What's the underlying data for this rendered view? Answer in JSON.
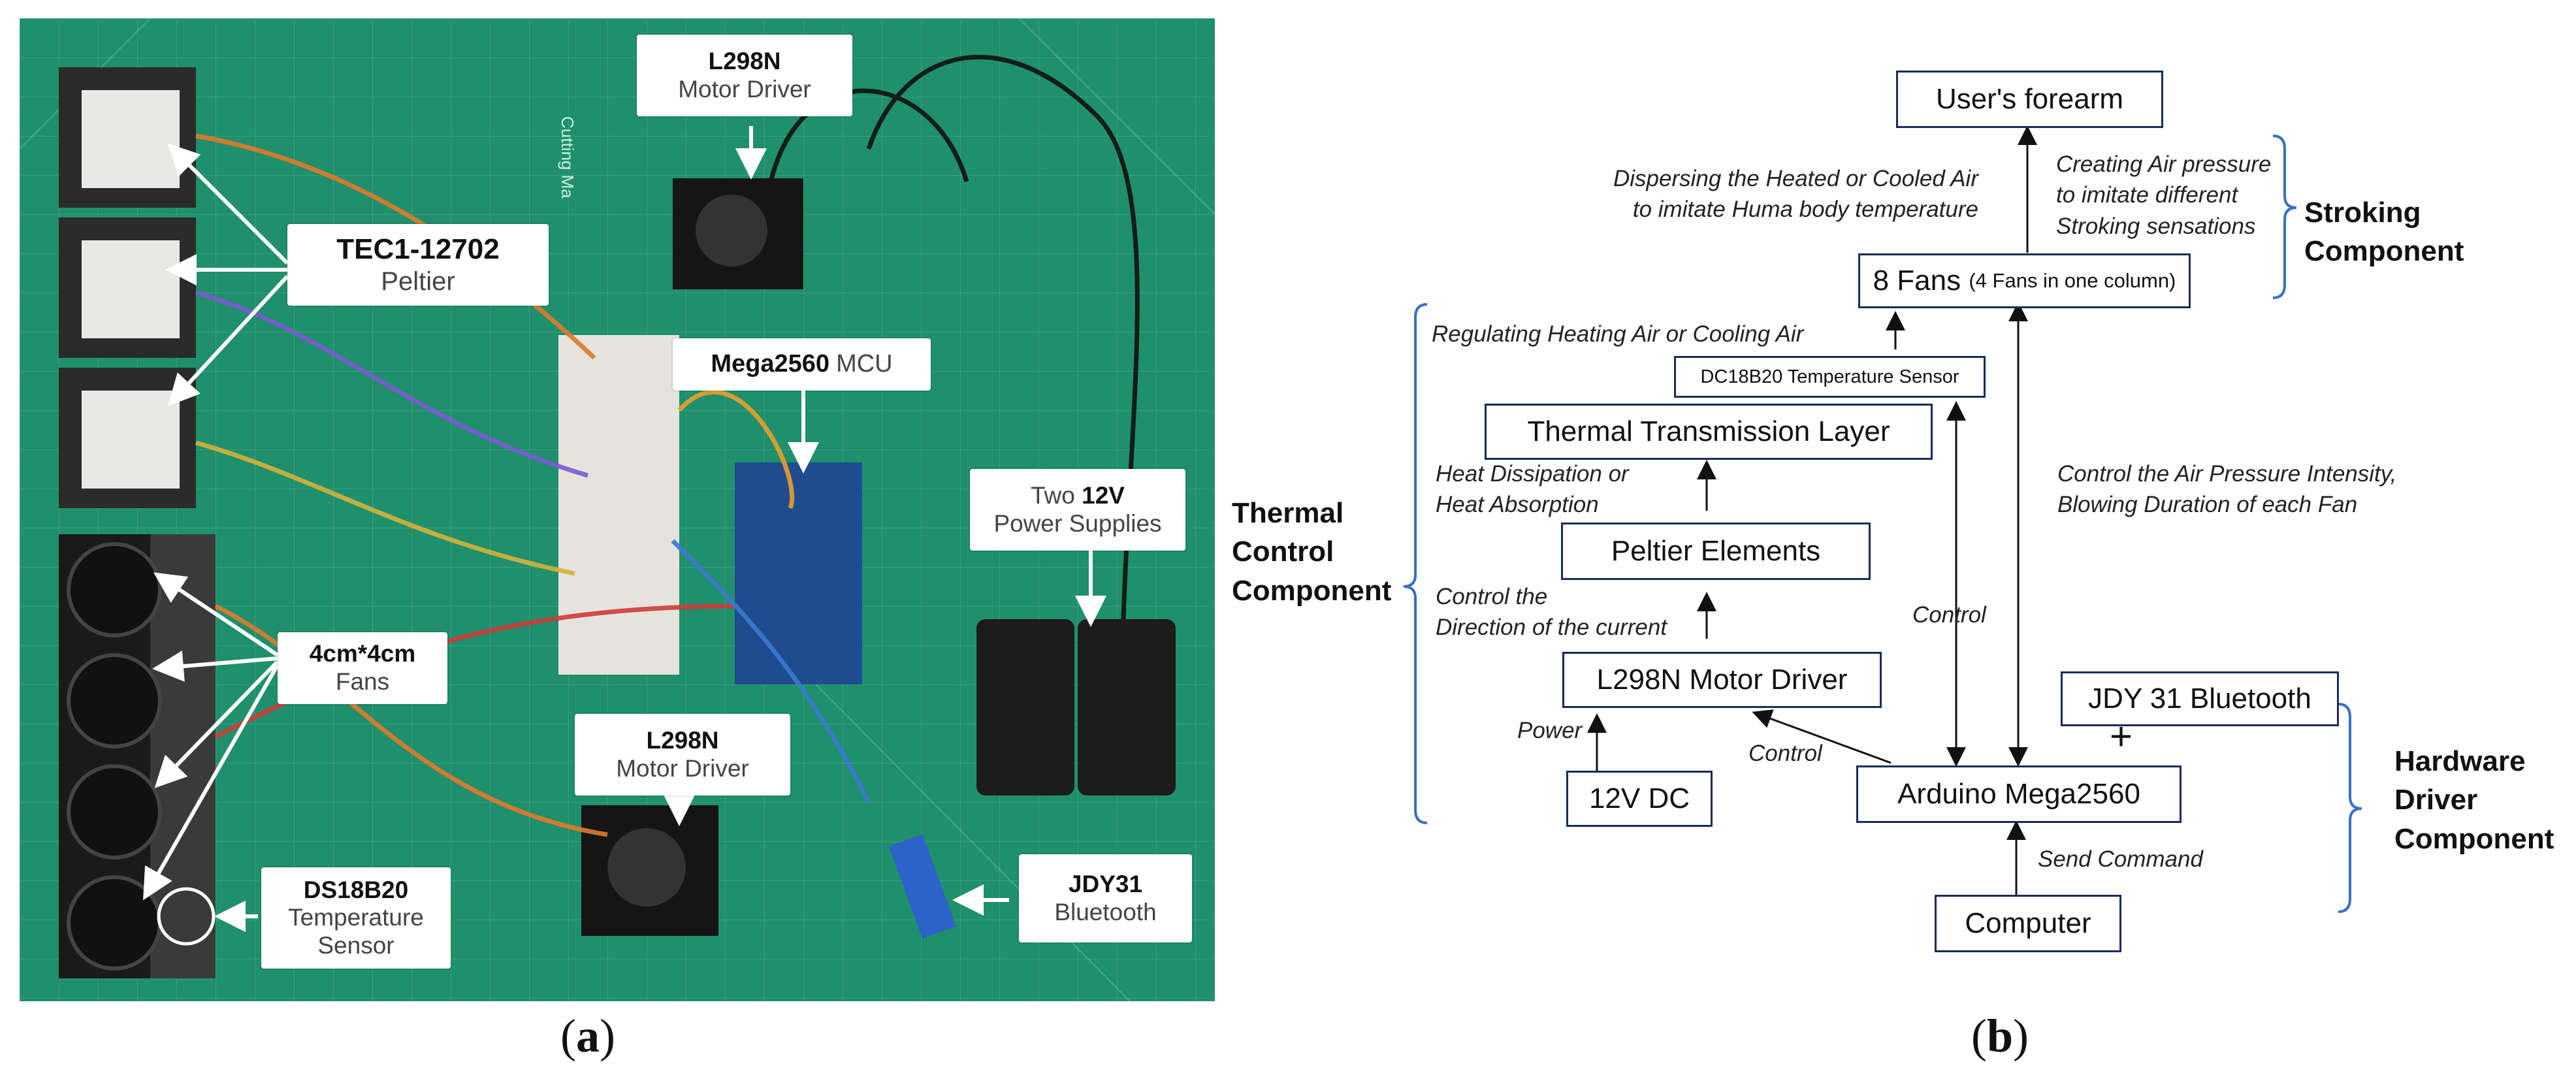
{
  "panel_a": {
    "sub_label_open": "(",
    "sub_label_letter": "a",
    "sub_label_close": ")",
    "callouts": {
      "l298n_top": {
        "bold": "L298N",
        "normal": "Motor Driver"
      },
      "tec_peltier": {
        "bold": "TEC1-12702",
        "normal": "Peltier"
      },
      "mega2560": {
        "bold": "Mega2560",
        "normal": "MCU"
      },
      "power_supplies": {
        "pre": "Two ",
        "bold": "12V",
        "normal": "Power Supplies"
      },
      "fans": {
        "bold": "4cm*4cm",
        "normal": "Fans"
      },
      "l298n_bottom": {
        "bold": "L298N",
        "normal": "Motor Driver"
      },
      "ds18b20": {
        "bold": "DS18B20",
        "normal1": "Temperature",
        "normal2": "Sensor"
      },
      "jdy31": {
        "bold": "JDY31",
        "normal": "Bluetooth"
      }
    },
    "board_text": "Cutting Ma"
  },
  "panel_b": {
    "sub_label_open": "(",
    "sub_label_letter": "b",
    "sub_label_close": ")",
    "boxes": {
      "forearm": "User's forearm",
      "fans_main": "8 Fans",
      "fans_sub": "(4 Fans in one column)",
      "temp_sensor": "DC18B20 Temperature Sensor",
      "thermal_layer": "Thermal Transmission Layer",
      "peltier": "Peltier Elements",
      "motor_driver": "L298N Motor Driver",
      "dc12v": "12V DC",
      "arduino": "Arduino Mega2560",
      "jdy31": "JDY 31 Bluetooth",
      "computer": "Computer"
    },
    "notes": {
      "dispersing_1": "Dispersing the Heated or Cooled Air",
      "dispersing_2": "to imitate Huma body temperature",
      "creating_1": "Creating Air pressure",
      "creating_2": "to imitate different",
      "creating_3": "Stroking sensations",
      "regulating": "Regulating Heating Air or Cooling Air",
      "heat_1": "Heat Dissipation or",
      "heat_2": "Heat Absorption",
      "control_dir_1": "Control the",
      "control_dir_2": "Direction of the current",
      "power": "Power",
      "control_driver": "Control",
      "control_sensor": "Control",
      "air_1": "Control the Air Pressure Intensity,",
      "air_2": "Blowing Duration of each Fan",
      "send": "Send Command",
      "plus": "+"
    },
    "groups": {
      "stroking_1": "Stroking",
      "stroking_2": "Component",
      "thermal_1": "Thermal",
      "thermal_2": "Control",
      "thermal_3": "Component",
      "hardware_1": "Hardware",
      "hardware_2": "Driver",
      "hardware_3": "Component"
    },
    "colors": {
      "box_border": "#1b2a5a",
      "brace": "#3b6fc4",
      "arrow": "#111111"
    }
  }
}
